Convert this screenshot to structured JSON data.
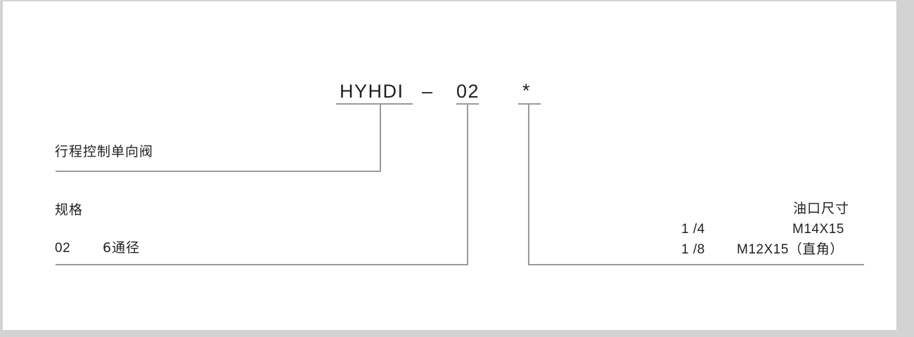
{
  "diagram": {
    "type": "model-code-designation",
    "model_code": {
      "prefix": "HYHDI",
      "separator": "–",
      "size_code": "02",
      "option_code": "*"
    },
    "callouts": {
      "product": {
        "label": "行程控制单向阀"
      },
      "specification": {
        "heading": "规格",
        "code": "02",
        "description": "6通径"
      },
      "port_size": {
        "heading": "油口尺寸",
        "rows": [
          {
            "code": "1 /4",
            "thread": "M14X15"
          },
          {
            "code": "1 /8",
            "thread": "M12X15（直角）"
          }
        ]
      }
    },
    "colors": {
      "text": "#231f20",
      "leader_line": "#9a9a9a",
      "frame": "#cfcfcf",
      "page_background": "#d3d3d3",
      "sheet_background": "#ffffff"
    }
  }
}
